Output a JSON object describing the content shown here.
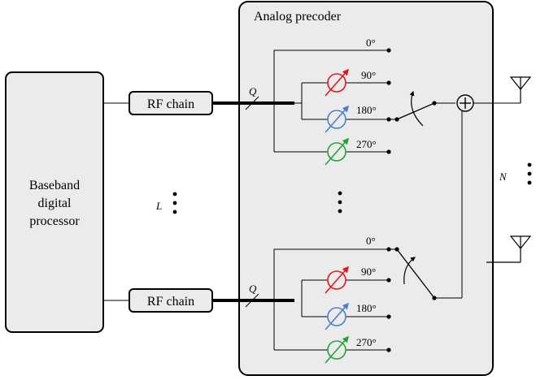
{
  "baseband": {
    "lines": [
      "Baseband",
      "digital",
      "processor"
    ]
  },
  "rf_chain_label": "RF chain",
  "precoder_title": "Analog precoder",
  "q_symbol": "Q",
  "l_symbol": "L",
  "n_symbol": "N",
  "phases": [
    "0°",
    "90°",
    "180°",
    "270°"
  ],
  "phase_colors": {
    "0": "#000000",
    "90": "#e8141b",
    "180": "#4a7fcf",
    "270": "#21a33b"
  },
  "combiner_symbol": "+"
}
